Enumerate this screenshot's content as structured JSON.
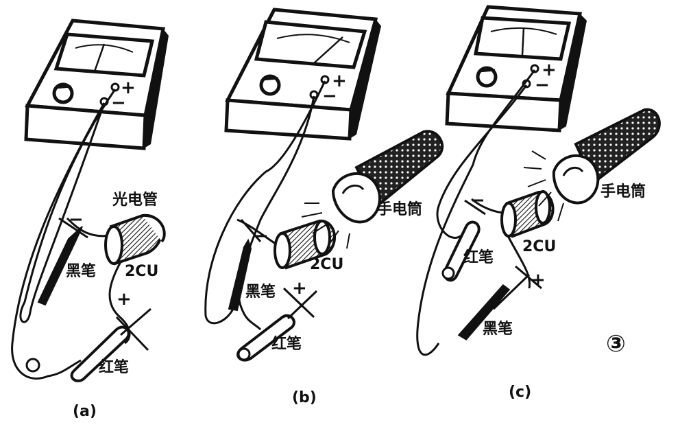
{
  "figure_number": "③",
  "panels": [
    {
      "id": "a",
      "caption": "(a)",
      "labels": {
        "phototube": "光电管",
        "device": "2CU",
        "black_probe": "黑笔",
        "red_probe": "红笔",
        "minus": "−",
        "plus": "+"
      },
      "meter_terminals": {
        "plus": "+",
        "minus": "−"
      }
    },
    {
      "id": "b",
      "caption": "(b)",
      "labels": {
        "flashlight": "手电筒",
        "device": "2CU",
        "black_probe": "黑笔",
        "red_probe": "红笔",
        "minus": "−",
        "plus": "+"
      },
      "meter_terminals": {
        "plus": "+",
        "minus": "−"
      }
    },
    {
      "id": "c",
      "caption": "(c)",
      "labels": {
        "flashlight": "手电筒",
        "device": "2CU",
        "black_probe": "黑笔",
        "red_probe": "红笔",
        "minus": "−",
        "plus": "+"
      },
      "meter_terminals": {
        "plus": "+",
        "minus": "−"
      }
    }
  ]
}
